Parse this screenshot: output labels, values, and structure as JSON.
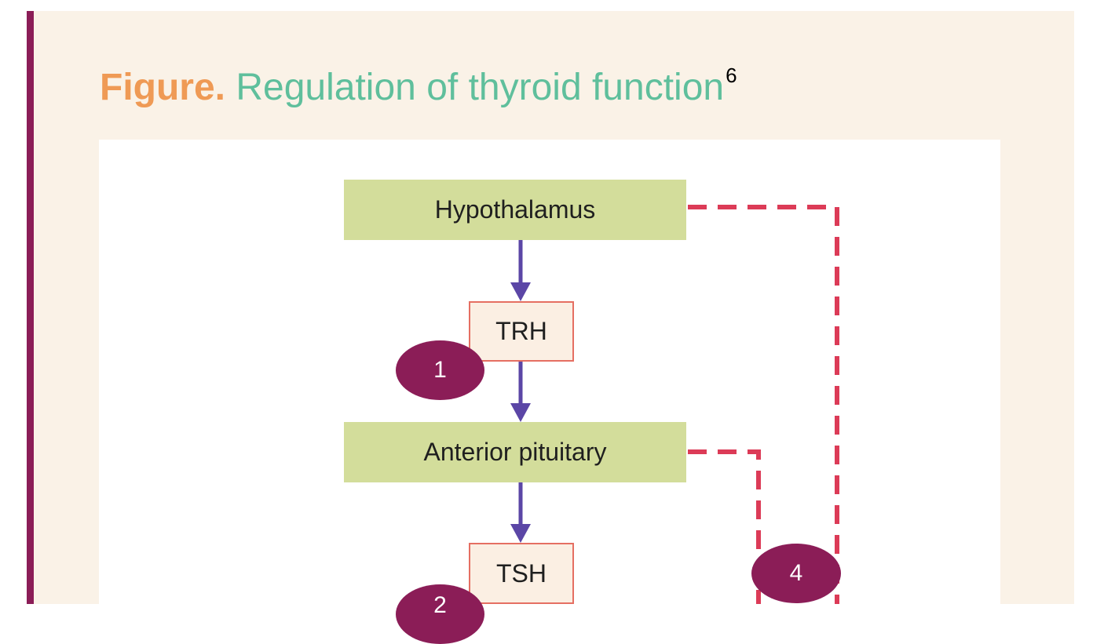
{
  "title": {
    "prefix": "Figure.",
    "text": "Regulation of thyroid function",
    "superscript": "6"
  },
  "nodes": {
    "hypothalamus": "Hypothalamus",
    "trh": "TRH",
    "anterior_pituitary": "Anterior pituitary",
    "tsh": "TSH"
  },
  "badges": {
    "one": "1",
    "two": "2",
    "four": "4"
  },
  "colors": {
    "sidebar_accent": "#8b1d57",
    "panel_background": "#faf2e7",
    "title_prefix": "#ef9a55",
    "title_text": "#5fbf9c",
    "organ_fill": "#d3dd9b",
    "hormone_fill": "#fbefe3",
    "hormone_border": "#e56f62",
    "stimulation_arrow": "#5b46a6",
    "feedback_dashed": "#dc3b57",
    "badge_fill": "#8b1d57"
  }
}
